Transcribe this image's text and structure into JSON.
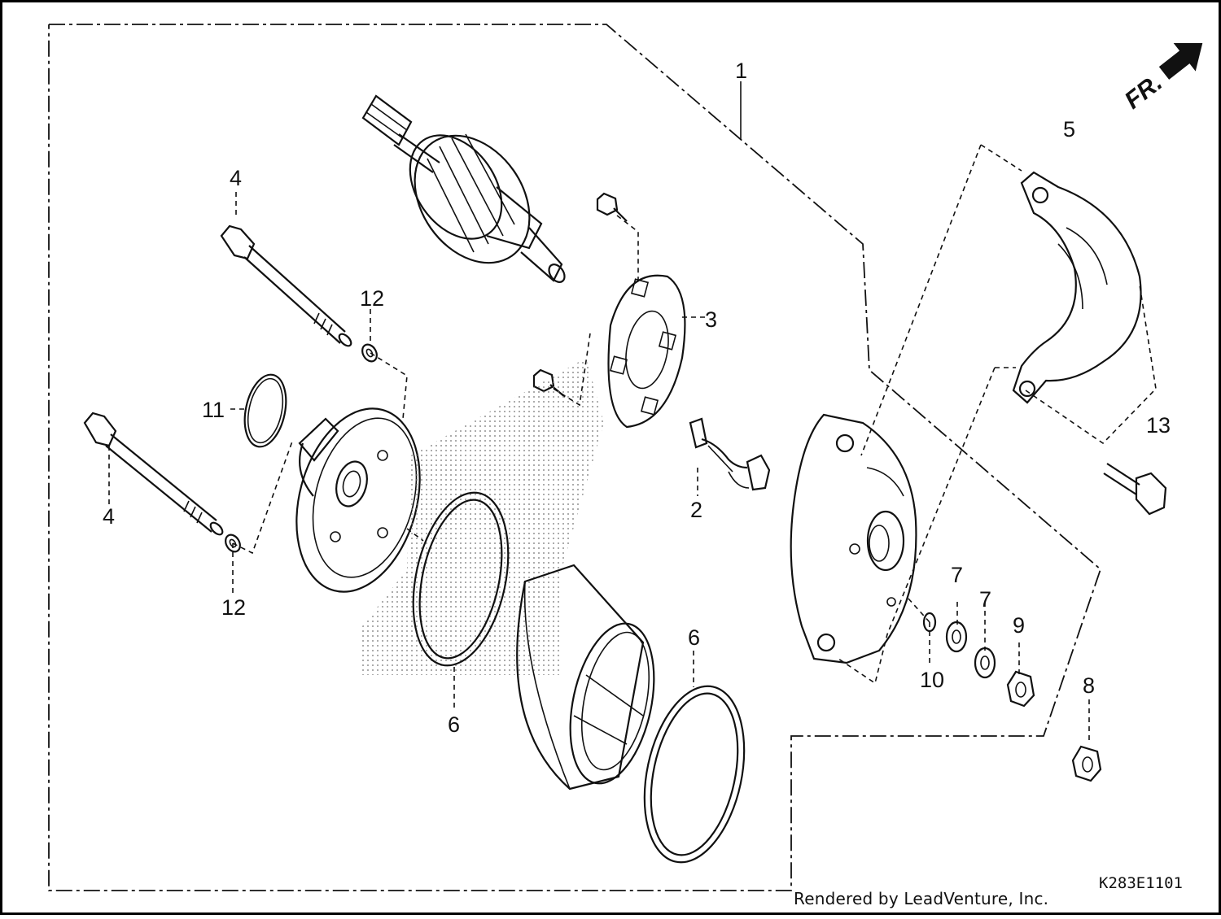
{
  "diagram": {
    "callouts": [
      {
        "id": "c1",
        "text": "1"
      },
      {
        "id": "c2",
        "text": "2"
      },
      {
        "id": "c3",
        "text": "3"
      },
      {
        "id": "c4a",
        "text": "4"
      },
      {
        "id": "c4b",
        "text": "4"
      },
      {
        "id": "c5",
        "text": "5"
      },
      {
        "id": "c6a",
        "text": "6"
      },
      {
        "id": "c6b",
        "text": "6"
      },
      {
        "id": "c7a",
        "text": "7"
      },
      {
        "id": "c7b",
        "text": "7"
      },
      {
        "id": "c8",
        "text": "8"
      },
      {
        "id": "c9",
        "text": "9"
      },
      {
        "id": "c10",
        "text": "10"
      },
      {
        "id": "c11",
        "text": "11"
      },
      {
        "id": "c12a",
        "text": "12"
      },
      {
        "id": "c12b",
        "text": "12"
      },
      {
        "id": "c13",
        "text": "13"
      }
    ],
    "direction_label": "FR.",
    "diagram_code": "K283E1101",
    "credit": "Rendered by LeadVenture, Inc."
  }
}
